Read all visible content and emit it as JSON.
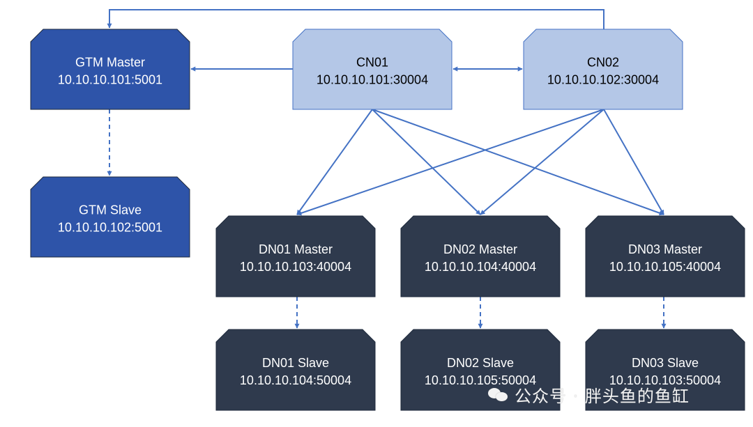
{
  "nodes": [
    {
      "id": "gtm-master",
      "name": "GTM Master",
      "addr": "10.10.10.101:5001",
      "role": "gtm-primary"
    },
    {
      "id": "gtm-slave",
      "name": "GTM Slave",
      "addr": "10.10.10.102:5001",
      "role": "gtm-primary"
    },
    {
      "id": "cn01",
      "name": "CN01",
      "addr": "10.10.10.101:30004",
      "role": "coordinator"
    },
    {
      "id": "cn02",
      "name": "CN02",
      "addr": "10.10.10.102:30004",
      "role": "coordinator"
    },
    {
      "id": "dn01-master",
      "name": "DN01 Master",
      "addr": "10.10.10.103:40004",
      "role": "datanode"
    },
    {
      "id": "dn02-master",
      "name": "DN02 Master",
      "addr": "10.10.10.104:40004",
      "role": "datanode"
    },
    {
      "id": "dn03-master",
      "name": "DN03 Master",
      "addr": "10.10.10.105:40004",
      "role": "datanode"
    },
    {
      "id": "dn01-slave",
      "name": "DN01 Slave",
      "addr": "10.10.10.104:50004",
      "role": "datanode"
    },
    {
      "id": "dn02-slave",
      "name": "DN02 Slave",
      "addr": "10.10.10.105:50004",
      "role": "datanode"
    },
    {
      "id": "dn03-slave",
      "name": "DN03 Slave",
      "addr": "10.10.10.103:50004",
      "role": "datanode"
    }
  ],
  "edges": [
    {
      "from": "cn01",
      "to": "gtm-master",
      "style": "solid"
    },
    {
      "from": "cn02",
      "to": "gtm-master",
      "style": "solid",
      "route": "top-loop"
    },
    {
      "from": "cn01",
      "to": "cn02",
      "style": "solid",
      "bidirectional": true
    },
    {
      "from": "gtm-master",
      "to": "gtm-slave",
      "style": "dashed"
    },
    {
      "from": "cn01",
      "to": "dn01-master",
      "style": "solid"
    },
    {
      "from": "cn01",
      "to": "dn02-master",
      "style": "solid"
    },
    {
      "from": "cn01",
      "to": "dn03-master",
      "style": "solid"
    },
    {
      "from": "cn02",
      "to": "dn01-master",
      "style": "solid"
    },
    {
      "from": "cn02",
      "to": "dn02-master",
      "style": "solid"
    },
    {
      "from": "cn02",
      "to": "dn03-master",
      "style": "solid"
    },
    {
      "from": "dn01-master",
      "to": "dn01-slave",
      "style": "dashed"
    },
    {
      "from": "dn02-master",
      "to": "dn02-slave",
      "style": "dashed"
    },
    {
      "from": "dn03-master",
      "to": "dn03-slave",
      "style": "dashed"
    }
  ],
  "colors": {
    "gtm-primary": "#2e54a9",
    "coordinator": "#b4c7e7",
    "datanode": "#2f3a4d",
    "arrow": "#4472c4",
    "light_text": "#ffffff",
    "dark_text": "#000000"
  },
  "watermark": {
    "text": "公众号 · 胖头鱼的鱼缸",
    "icon": "wechat-icon"
  }
}
